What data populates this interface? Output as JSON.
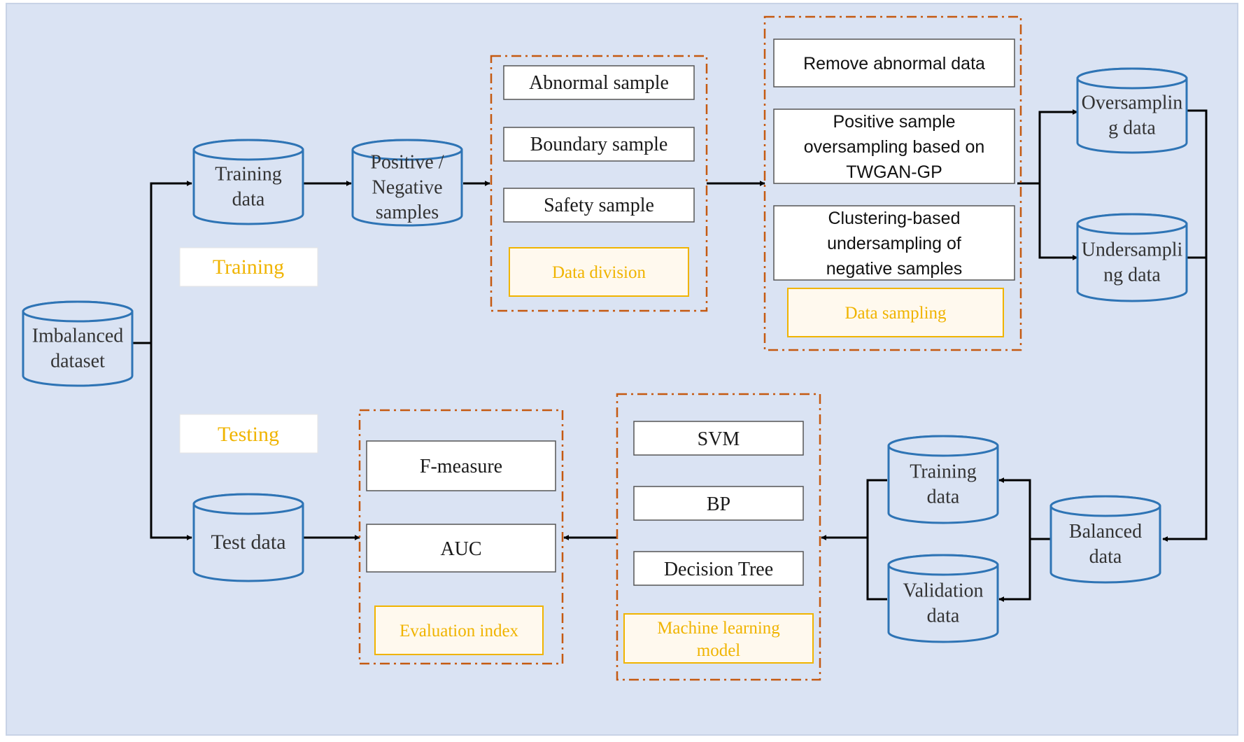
{
  "colors": {
    "background": "#dae3f3",
    "cylinder_stroke": "#2e74b5",
    "cylinder_fill": "#dae3f3",
    "dash_frame": "#c55a11",
    "yellow_label_text": "#f0b400",
    "yellow_label_border": "#f0b400",
    "arrow": "#000000"
  },
  "cylinders": {
    "imbalanced": [
      "Imbalanced",
      "dataset"
    ],
    "training_top": [
      "Training",
      "data"
    ],
    "pos_neg": [
      "Positive /",
      "Negative",
      "samples"
    ],
    "oversampling": [
      "Oversamplin",
      "g data"
    ],
    "undersampling": [
      "Undersampli",
      "ng data"
    ],
    "test": [
      "Test data"
    ],
    "training_bottom": [
      "Training",
      "data"
    ],
    "validation": [
      "Validation",
      "data"
    ],
    "balanced": [
      "Balanced",
      "data"
    ]
  },
  "labels": {
    "training": "Training",
    "testing": "Testing"
  },
  "data_division": {
    "items": [
      "Abnormal sample",
      "Boundary sample",
      "Safety sample"
    ],
    "caption": "Data division"
  },
  "data_sampling": {
    "items": [
      [
        "Remove abnormal data"
      ],
      [
        "Positive sample",
        "oversampling based on",
        "TWGAN-GP"
      ],
      [
        "Clustering-based",
        "undersampling of",
        "negative samples"
      ]
    ],
    "caption": "Data sampling"
  },
  "ml_model": {
    "items": [
      "SVM",
      "BP",
      "Decision Tree"
    ],
    "caption": [
      "Machine learning",
      "model"
    ]
  },
  "evaluation": {
    "items": [
      "F-measure",
      "AUC"
    ],
    "caption": "Evaluation index"
  }
}
